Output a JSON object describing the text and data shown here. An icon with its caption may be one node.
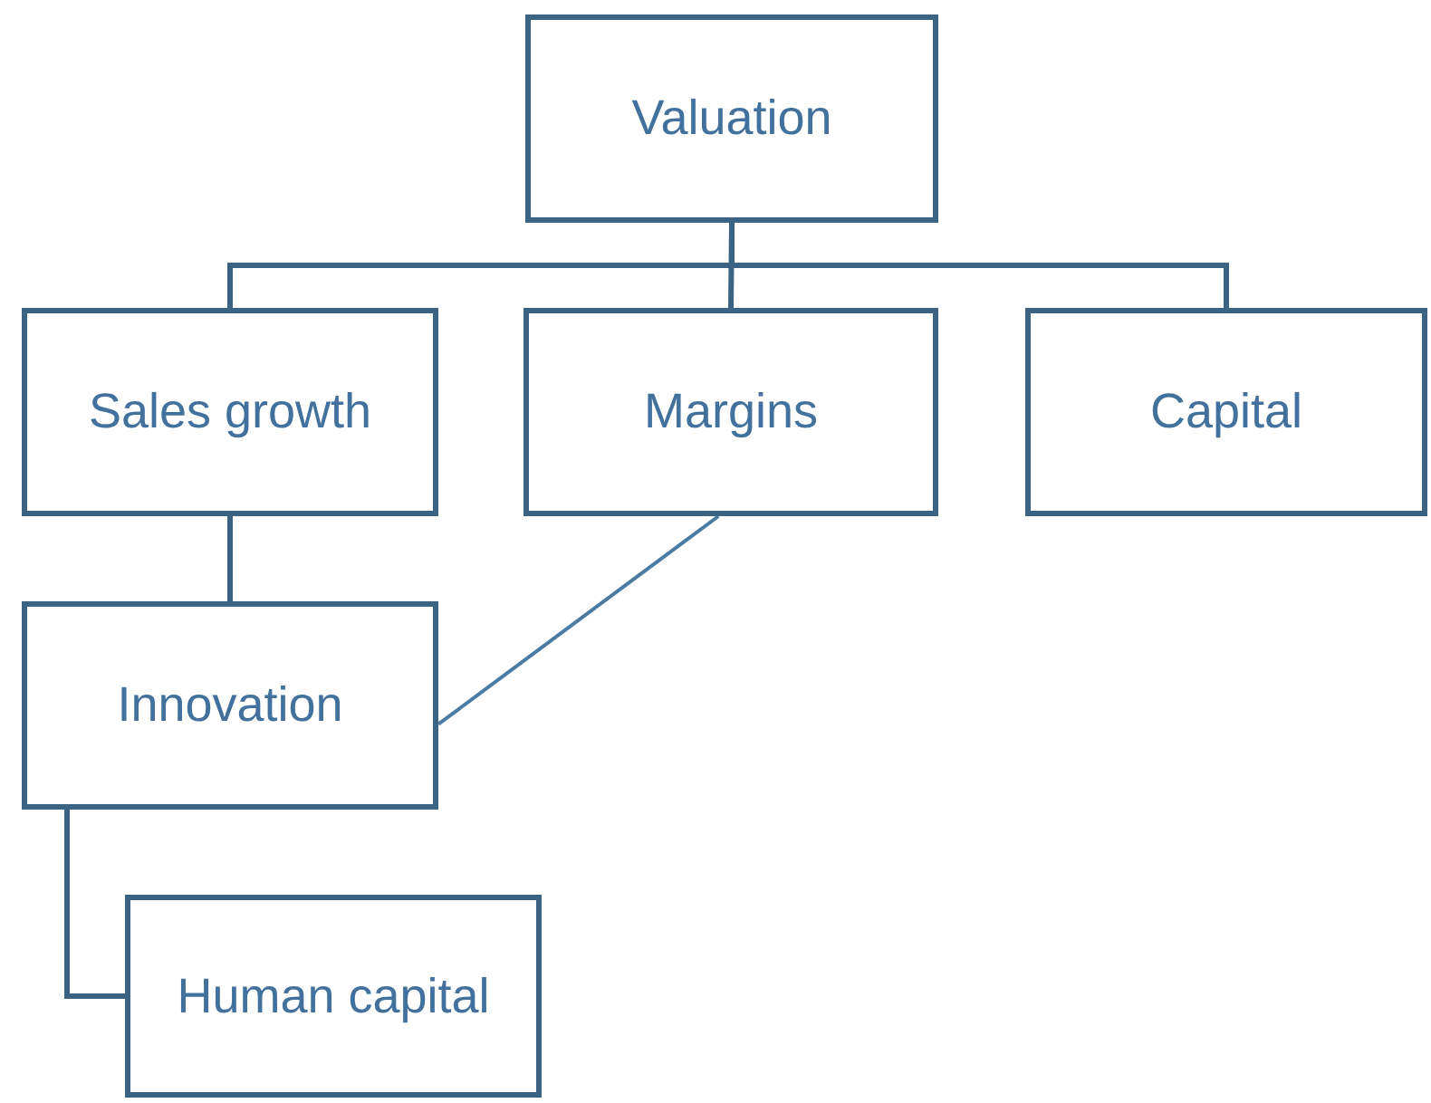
{
  "diagram": {
    "nodes": [
      {
        "text": [
          "Valuation"
        ]
      },
      {
        "text": [
          "Sales growth"
        ]
      },
      {
        "text": [
          "Margins"
        ]
      },
      {
        "text": [
          "Capital"
        ]
      },
      {
        "text": [
          "Innovation"
        ]
      },
      {
        "text": [
          "Human capital"
        ]
      }
    ],
    "edges": [
      {
        "from": 0,
        "to": 1,
        "arrow": "none"
      },
      {
        "from": 0,
        "to": 2,
        "arrow": "none"
      },
      {
        "from": 0,
        "to": 3,
        "arrow": "none"
      },
      {
        "from": 1,
        "to": 4,
        "arrow": "none"
      },
      {
        "from": 2,
        "to": 4,
        "arrow": "none"
      },
      {
        "from": 4,
        "to": 5,
        "arrow": "none"
      }
    ]
  }
}
